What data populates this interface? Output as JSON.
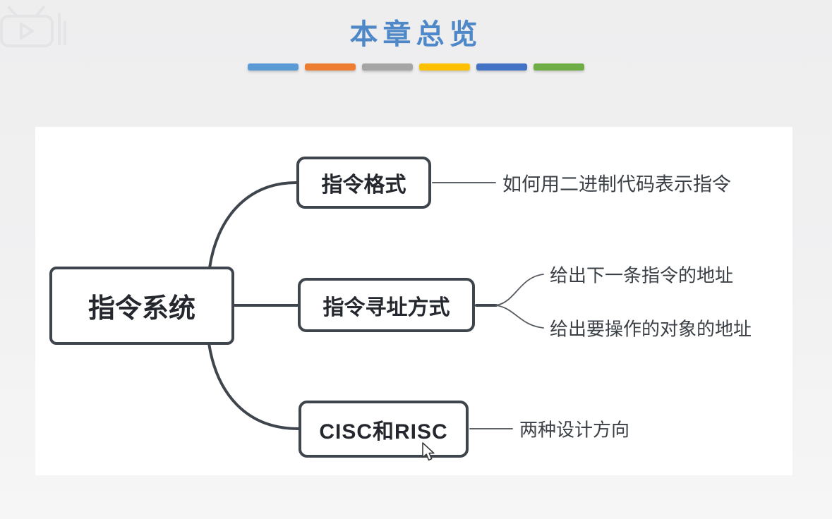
{
  "page": {
    "title": "本章总览",
    "title_color": "#4e88c8",
    "accent_colors": [
      "#5B9BD5",
      "#ED7D31",
      "#A5A5A5",
      "#FFC000",
      "#4472C4",
      "#70AD47"
    ]
  },
  "diagram": {
    "line_color": "#3f454d",
    "root": {
      "label": "指令系统"
    },
    "branches": [
      {
        "label": "指令格式",
        "notes": [
          "如何用二进制代码表示指令"
        ]
      },
      {
        "label": "指令寻址方式",
        "notes": [
          "给出下一条指令的地址",
          "给出要操作的对象的地址"
        ]
      },
      {
        "label": "CISC和RISC",
        "notes": [
          "两种设计方向"
        ]
      }
    ]
  },
  "icons": {
    "watermark": "bilibili-logo",
    "cursor": "mouse-pointer"
  }
}
